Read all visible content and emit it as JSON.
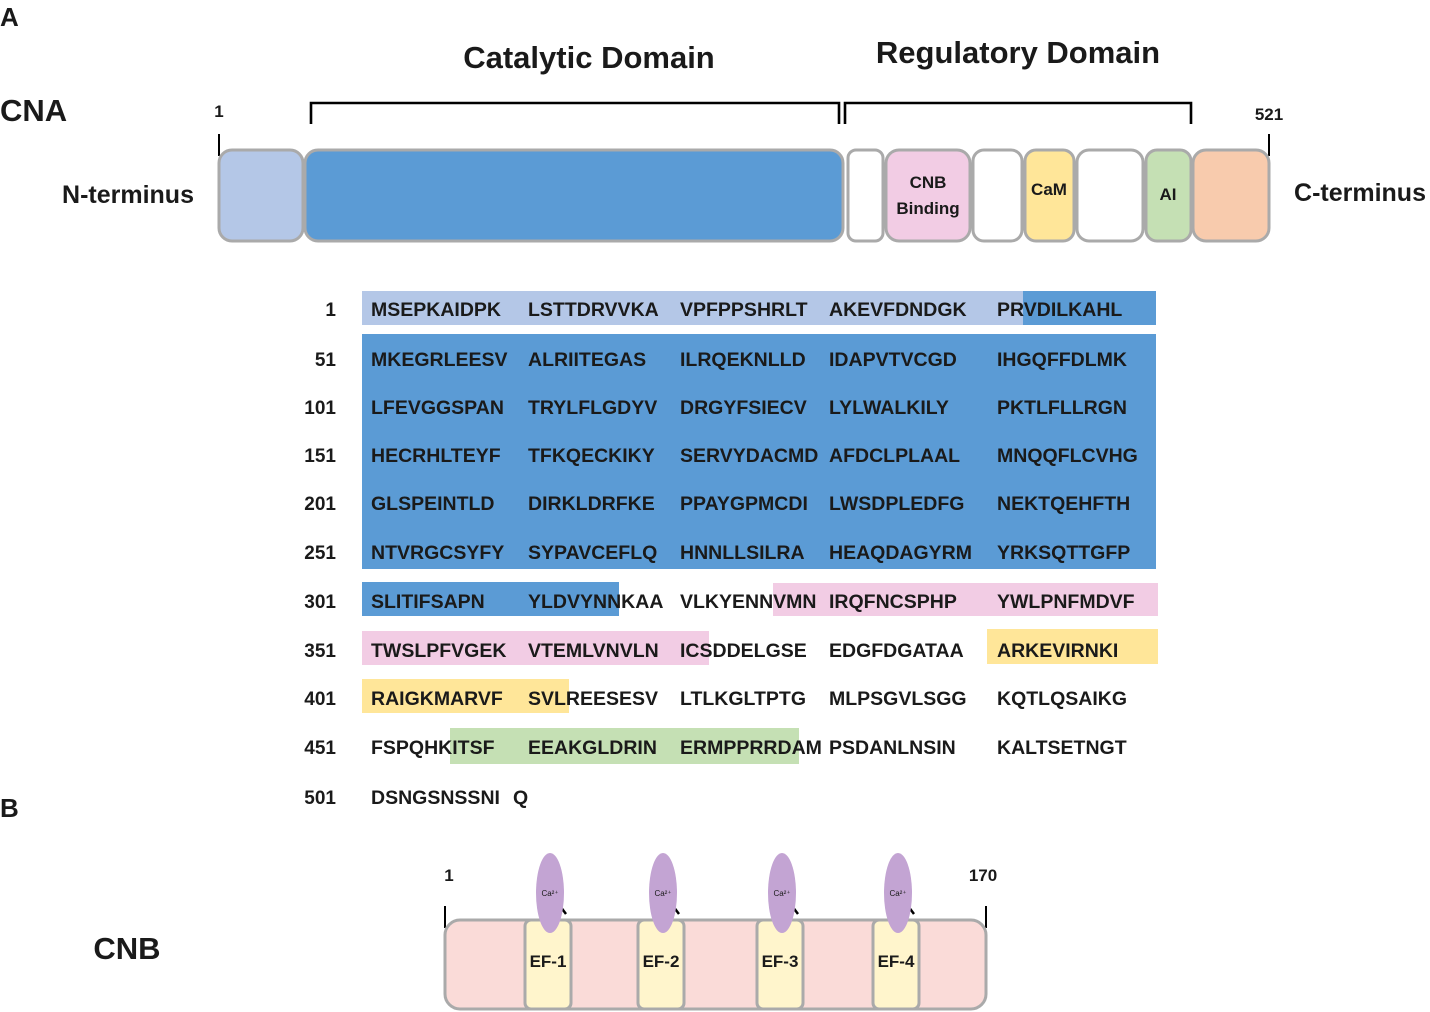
{
  "panels": {
    "a": "A",
    "b": "B"
  },
  "cna": {
    "label": "CNA",
    "start": "1",
    "end": "521",
    "n_terminus": "N-terminus",
    "c_terminus": "C-terminus",
    "catalytic_domain": "Catalytic Domain",
    "regulatory_domain": "Regulatory Domain",
    "segments": {
      "cnb_binding_line1": "CNB",
      "cnb_binding_line2": "Binding",
      "cam": "CaM",
      "ai": "AI"
    }
  },
  "colors": {
    "n_term": "#b4c7e7",
    "catalytic": "#5b9bd5",
    "cnb_binding": "#f2cce4",
    "cam": "#ffe699",
    "ai": "#c5e0b4",
    "c_term": "#f8cbad",
    "cnb_body": "#fadbd8",
    "ef_hand": "#fff5cc",
    "calcium": "#c3a4d3",
    "outline": "#aaaaaa"
  },
  "sequence": {
    "rows": [
      {
        "num": "1",
        "blocks": [
          "MSEPKAIDPK",
          "LSTTDRVVKA",
          "VPFPPSHRLT",
          "AKEVFDNDGK",
          "PRVDILKAHL"
        ]
      },
      {
        "num": "51",
        "blocks": [
          "MKEGRLEESV",
          "ALRIITEGAS",
          "ILRQEKNLLD",
          "IDAPVTVCGD",
          "IHGQFFDLMK"
        ]
      },
      {
        "num": "101",
        "blocks": [
          "LFEVGGSPAN",
          "TRYLFLGDYV",
          "DRGYFSIECV",
          "LYLWALKILY",
          "PKTLFLLRGN"
        ]
      },
      {
        "num": "151",
        "blocks": [
          "HECRHLTEYF",
          "TFKQECKIKY",
          "SERVYDACMD",
          "AFDCLPLAAL",
          "MNQQFLCVHG"
        ]
      },
      {
        "num": "201",
        "blocks": [
          "GLSPEINTLD",
          "DIRKLDRFKE",
          "PPAYGPMCDI",
          "LWSDPLEDFG",
          "NEKTQEHFTH"
        ]
      },
      {
        "num": "251",
        "blocks": [
          "NTVRGCSYFY",
          "SYPAVCEFLQ",
          "HNNLLSILRA",
          "HEAQDAGYRM",
          "YRKSQTTGFP"
        ]
      },
      {
        "num": "301",
        "blocks": [
          "SLITIFSAPN",
          "YLDVYNNKAA",
          "VLKYENNVMN",
          "IRQFNCSPHP",
          "YWLPNFMDVF"
        ]
      },
      {
        "num": "351",
        "blocks": [
          "TWSLPFVGEK",
          "VTEMLVNVLN",
          "ICSDDELGSE",
          "EDGFDGATAA",
          "ARKEVIRNKI"
        ]
      },
      {
        "num": "401",
        "blocks": [
          "RAIGKMARVF",
          "SVLREESESV",
          "LTLKGLTPTG",
          "MLPSGVLSGG",
          "KQTLQSAIKG"
        ]
      },
      {
        "num": "451",
        "blocks": [
          "FSPQHKITSF",
          "EEAKGLDRIN",
          "ERMPPRRDAM",
          "PSDANLNSIN",
          "KALTSETNGT"
        ]
      },
      {
        "num": "501",
        "blocks": [
          "DSNGSNSSNI",
          "Q"
        ]
      }
    ]
  },
  "cnb": {
    "label": "CNB",
    "start": "1",
    "end": "170",
    "calcium_label": "Ca²⁺",
    "ef_hands": [
      "EF-1",
      "EF-2",
      "EF-3",
      "EF-4"
    ]
  }
}
